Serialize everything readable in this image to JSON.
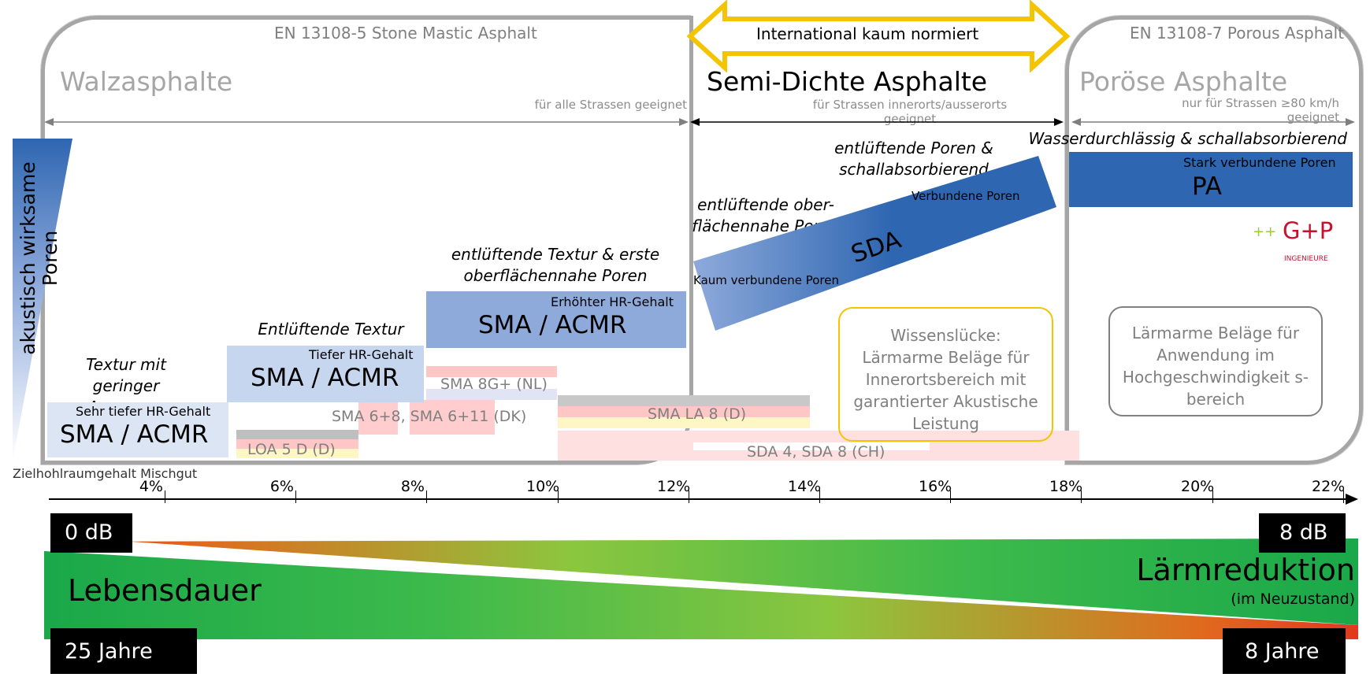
{
  "headers": {
    "sma_std": "EN 13108-5 Stone Mastic Asphalt",
    "pa_std": "EN 13108-7 Porous Asphalt",
    "intl": "International kaum normiert"
  },
  "zones": {
    "walz": {
      "title": "Walzasphalte",
      "scope": "für alle Strassen geeignet"
    },
    "semi": {
      "title": "Semi-Dichte Asphalte",
      "scope": "für Strassen innerorts/ausserorts geeignet"
    },
    "poroes": {
      "title": "Poröse Asphalte",
      "scope": "nur für Strassen ≥80 km/h geeignet"
    }
  },
  "y_axis_label": "akustisch wirksame Poren",
  "x_axis_label": "Zielhohlraumgehalt Mischgut",
  "x_ticks": [
    "4%",
    "6%",
    "8%",
    "10%",
    "12%",
    "14%",
    "16%",
    "18%",
    "20%",
    "22%"
  ],
  "captions": {
    "c1": "Textur mit geringer Anregung",
    "c2": "Entlüftende Textur",
    "c3": "entlüftende Textur & erste oberflächennahe Poren",
    "c4": "entlüftende ober-flächennahe Poren",
    "c5": "entlüftende Poren & schallabsorbierend",
    "c6": "Wasserdurchlässig & schallabsorbierend"
  },
  "boxes": {
    "b1": {
      "sub": "Sehr tiefer HR-Gehalt",
      "main": "SMA / ACMR",
      "color": "#dbe5f4"
    },
    "b2": {
      "sub": "Tiefer HR-Gehalt",
      "main": "SMA / ACMR",
      "color": "#c5d6ee"
    },
    "b3": {
      "sub": "Erhöhter HR-Gehalt",
      "main": "SMA  / ACMR",
      "color": "#8eaadb"
    },
    "sda": {
      "main": "SDA",
      "left": "Kaum verbundene Poren",
      "right": "Verbundene Poren"
    },
    "pa": {
      "sub": "Stark verbundene Poren",
      "main": "PA",
      "color": "#2e66b1"
    }
  },
  "bands": {
    "loa": "LOA 5 D (D)",
    "dk": "SMA 6+8, SMA 6+11 (DK)",
    "nl": "SMA 8G+ (NL)",
    "la": "SMA LA 8 (D)",
    "ch": "SDA 4, SDA 8 (CH)"
  },
  "notes": {
    "gap": "Wissenslücke: Lärmarme Beläge für Innerortsbereich mit garantierter Akustische Leistung",
    "highway": "Lärmarme Beläge für Anwendung im Hochgeschwindigkeit s-bereich"
  },
  "logo": {
    "text": "G+P",
    "prefix": "++",
    "sub": "INGENIEURE"
  },
  "bottom": {
    "noise_min": "0 dB",
    "noise_max": "8 dB",
    "life_max": "25 Jahre",
    "life_min": "8 Jahre",
    "life_label": "Lebensdauer",
    "noise_label": "Lärmreduktion",
    "noise_sub": "(im Neuzustand)"
  },
  "colors": {
    "frame": "#a6a6a6",
    "intl_arrow": "#f5c400",
    "green": "#1aa84a",
    "red": "#e03a1e"
  }
}
